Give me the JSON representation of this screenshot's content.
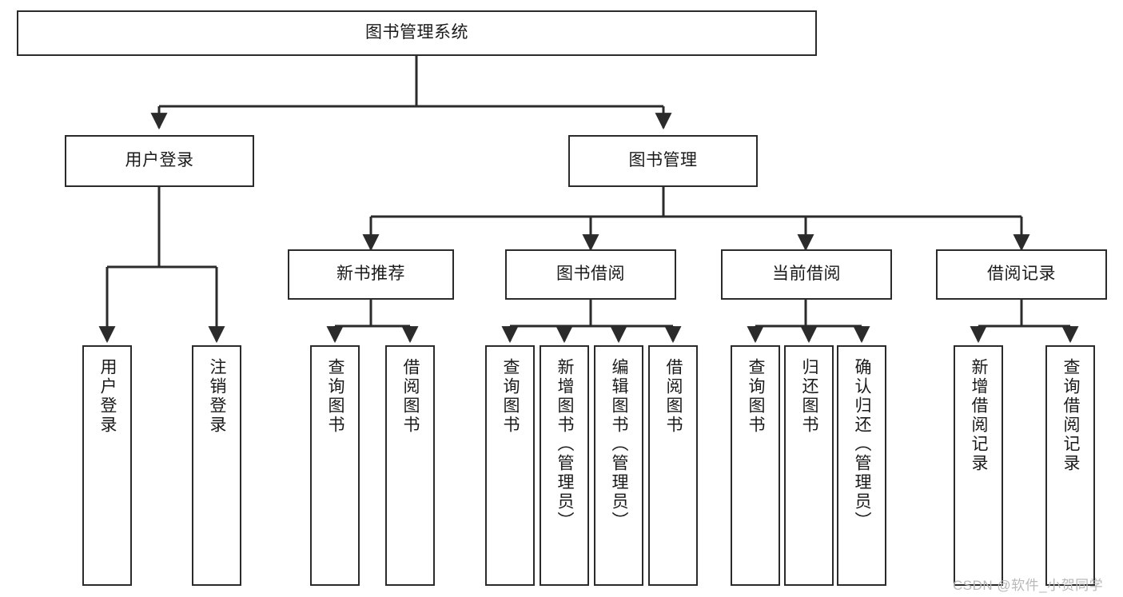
{
  "diagram": {
    "title": "图书管理系统",
    "type": "tree-hierarchy-diagram",
    "colors": {
      "box_border": "#2b2b2b",
      "box_fill": "#ffffff",
      "edge": "#2b2b2b",
      "background": "#ffffff",
      "watermark": "#b9b9b9"
    },
    "root": {
      "label": "图书管理系统"
    },
    "level2": [
      {
        "label": "用户登录"
      },
      {
        "label": "图书管理"
      }
    ],
    "level3": [
      {
        "label": "新书推荐"
      },
      {
        "label": "图书借阅"
      },
      {
        "label": "当前借阅"
      },
      {
        "label": "借阅记录"
      }
    ],
    "leaves": {
      "user_login": [
        {
          "label": "用户登录"
        },
        {
          "label": "注销登录"
        }
      ],
      "new_book_recommend": [
        {
          "label": "查询图书"
        },
        {
          "label": "借阅图书"
        }
      ],
      "book_borrow": [
        {
          "label": "查询图书"
        },
        {
          "label": "新增图书（管理员）"
        },
        {
          "label": "编辑图书（管理员）"
        },
        {
          "label": "借阅图书"
        }
      ],
      "current_borrow": [
        {
          "label": "查询图书"
        },
        {
          "label": "归还图书"
        },
        {
          "label": "确认归还（管理员）"
        }
      ],
      "borrow_record": [
        {
          "label": "新增借阅记录"
        },
        {
          "label": "查询借阅记录"
        }
      ]
    },
    "watermark": "CSDN @软件_小贺同学"
  }
}
